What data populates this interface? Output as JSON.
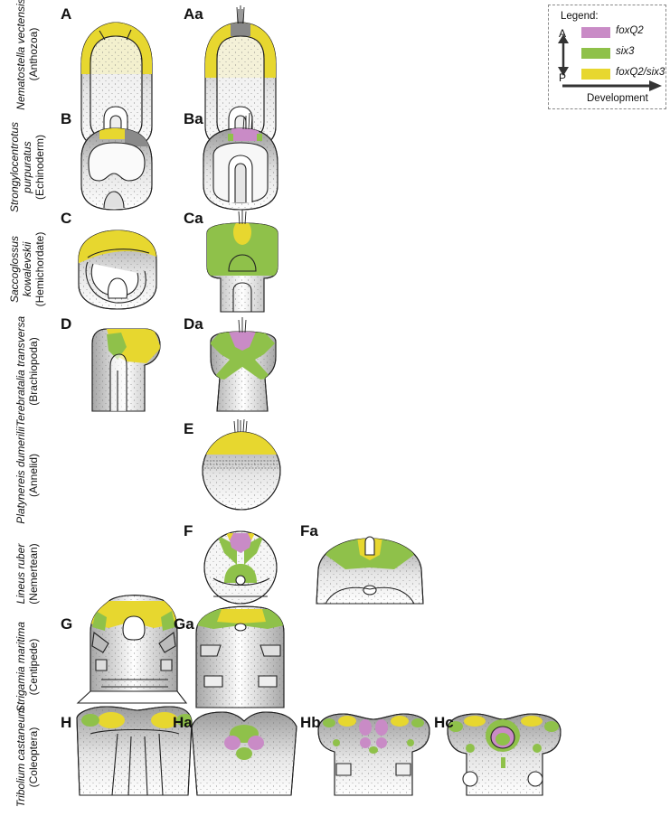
{
  "colors": {
    "foxQ2": "#c98bc6",
    "six3": "#8fc14a",
    "foxQ2_six3": "#e7d72f",
    "tissue": "#d6d6d6",
    "outline": "#222222"
  },
  "legend": {
    "title": "Legend:",
    "axis_anterior": "A",
    "axis_posterior": "P",
    "development": "Development",
    "entries": [
      {
        "label": "foxQ2",
        "color_key": "foxQ2"
      },
      {
        "label": "six3",
        "color_key": "six3"
      },
      {
        "label": "foxQ2/six3",
        "color_key": "foxQ2_six3"
      }
    ]
  },
  "rows": [
    {
      "species": "Nematostella vectensis",
      "group": "(Anthozoa)"
    },
    {
      "species": "Strongylocentrotus purpuratus",
      "group": "(Echinoderm)"
    },
    {
      "species": "Saccoglossus kowalevskii",
      "group": "(Hemichordate)"
    },
    {
      "species": "Terebratalia transversa",
      "group": "(Brachiopoda)"
    },
    {
      "species": "Platynereis dumerilii",
      "group": "(Annelid)"
    },
    {
      "species": "Lineus ruber",
      "group": "(Nemertean)"
    },
    {
      "species": "Strigamia maritima",
      "group": "(Centipede)"
    },
    {
      "species": "Tribolium castaneum",
      "group": "(Coleoptera)"
    }
  ],
  "panels": [
    "A",
    "Aa",
    "B",
    "Ba",
    "C",
    "Ca",
    "D",
    "Da",
    "E",
    "F",
    "Fa",
    "G",
    "Ga",
    "H",
    "Ha",
    "Hb",
    "Hc"
  ]
}
